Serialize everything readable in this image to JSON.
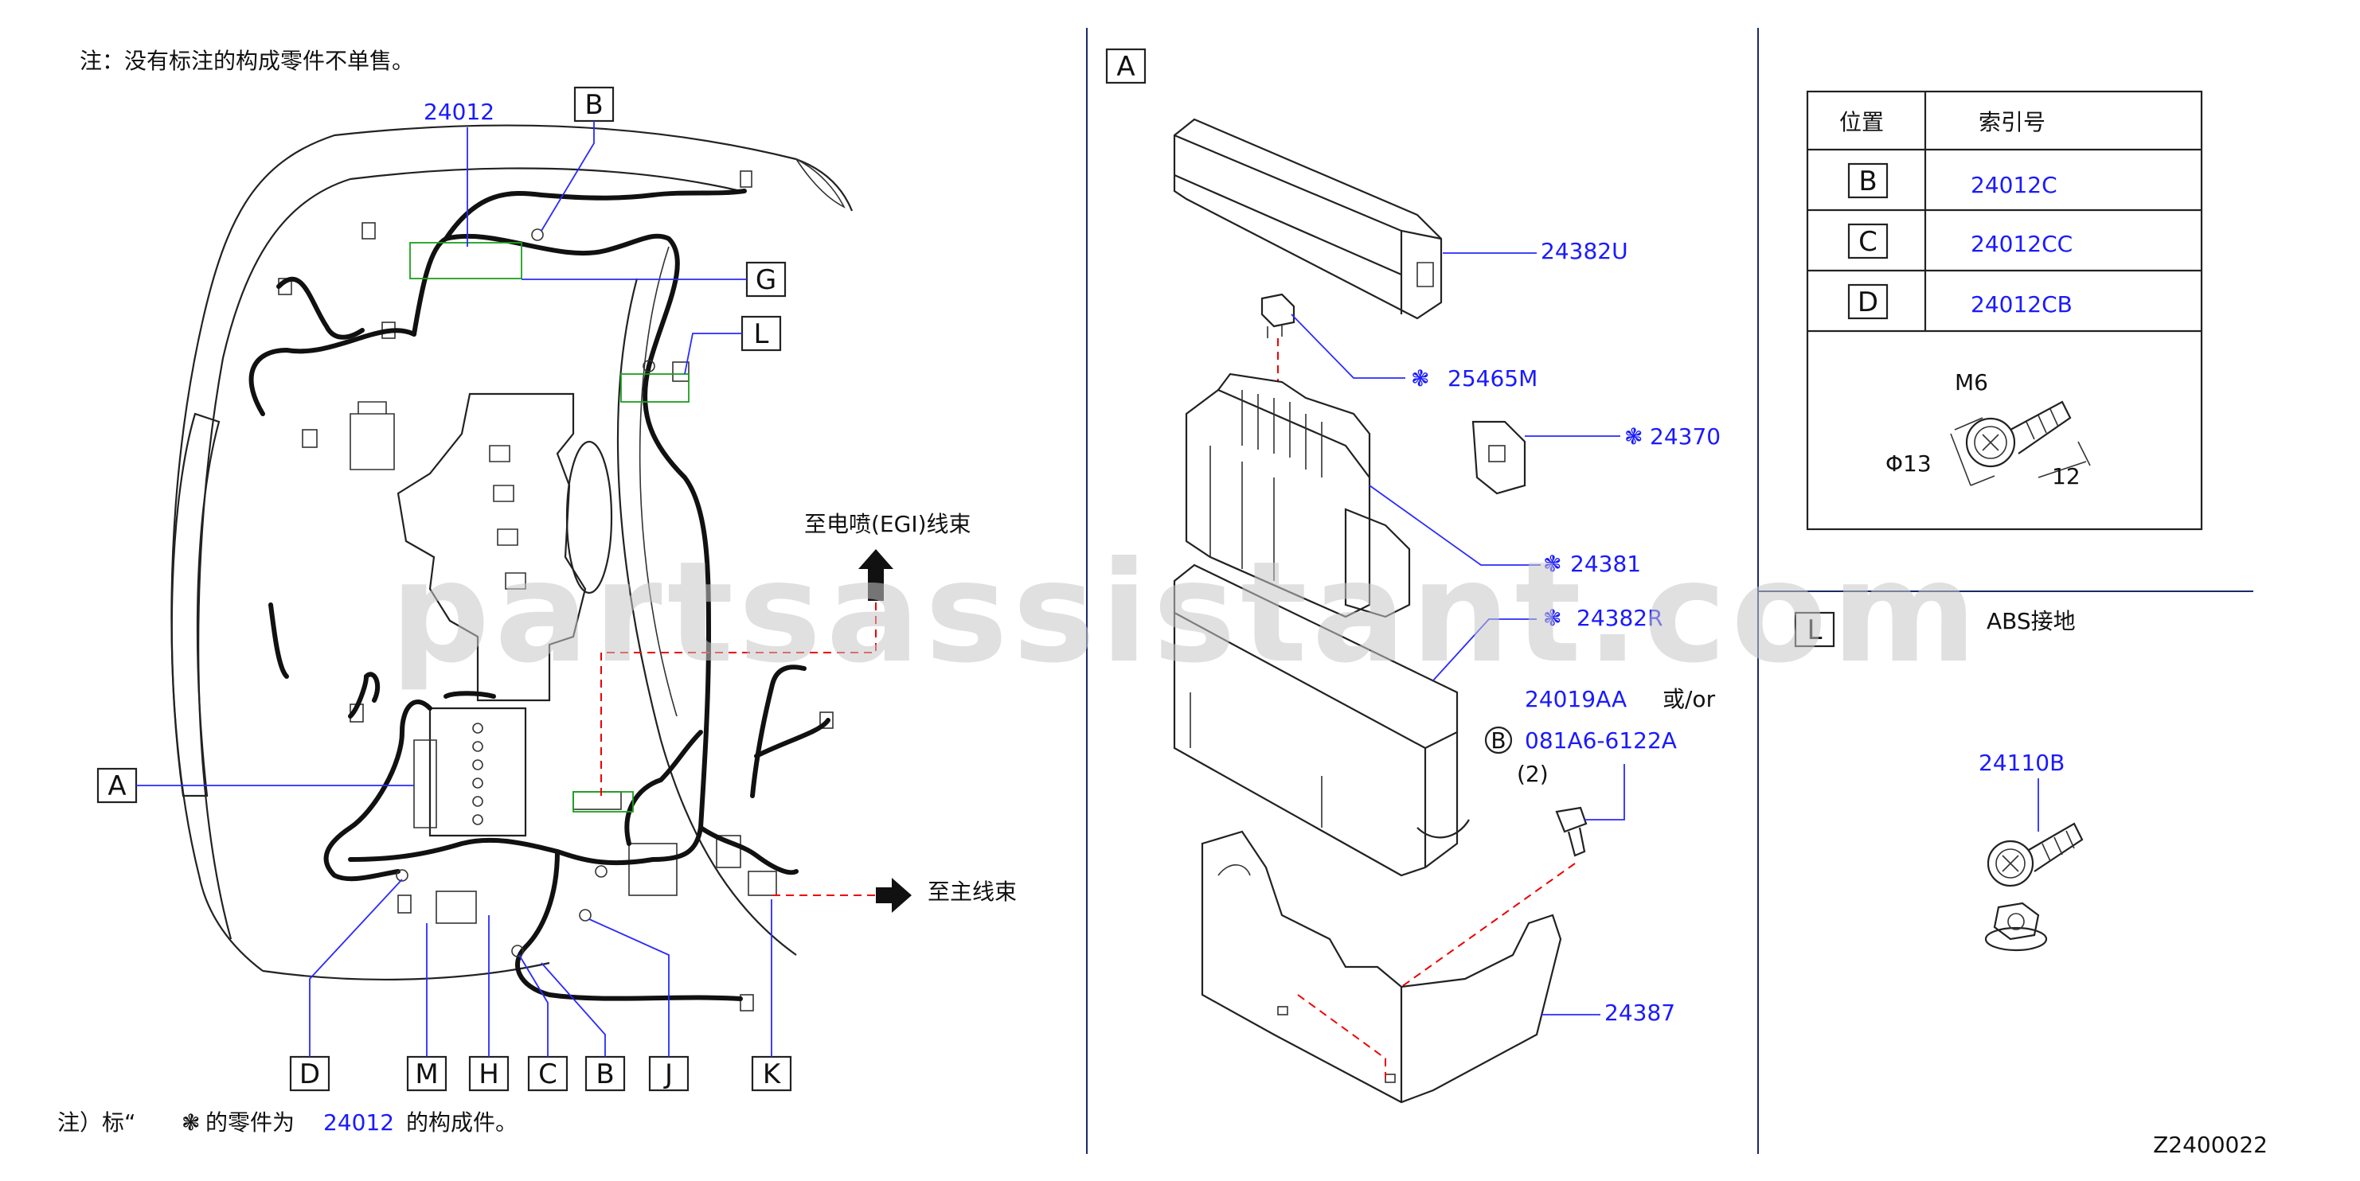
{
  "notes": {
    "top_note": "注：没有标注的构成零件不单售。",
    "bottom_note_prefix": "注）标“",
    "bottom_note_mid": "的零件为",
    "bottom_note_part": "24012",
    "bottom_note_suffix": "的构成件。",
    "assembly_symbol": "❃"
  },
  "left_panel": {
    "main_part": "24012",
    "to_egi_harness": "至电喷(EGI)线束",
    "to_main_harness": "至主线束",
    "callouts": [
      "B",
      "G",
      "L",
      "A",
      "D",
      "M",
      "H",
      "C",
      "B",
      "J",
      "K"
    ]
  },
  "middle_panel": {
    "detail_label": "A",
    "parts": {
      "cover": "24382U",
      "fuse": "25465M",
      "fusible_link": "24370",
      "block": "24381",
      "lower_cover": "24382R",
      "bracket_alt1": "24019AA",
      "or_text": "或/or",
      "bolt_ref": "B",
      "bolt": "081A6-6122A",
      "bolt_qty": "(2)",
      "bracket": "24387"
    }
  },
  "right_panel": {
    "table": {
      "headers": [
        "位置",
        "索引号"
      ],
      "rows": [
        {
          "position": "B",
          "index": "24012C"
        },
        {
          "position": "C",
          "index": "24012CC"
        },
        {
          "position": "D",
          "index": "24012CB"
        }
      ],
      "bolt_thread": "M6",
      "bolt_head_dia": "Φ13",
      "bolt_length": "12"
    },
    "detail_l": {
      "label": "L",
      "title": "ABS接地",
      "part": "24110B"
    }
  },
  "diagram_id": "Z2400022",
  "watermark": "partsassistant.com",
  "colors": {
    "part_number": "#1a1aff",
    "dashed_guide": "#e00000",
    "highlight_box": "#1ca01c",
    "watermark": "#c8c8c8"
  }
}
